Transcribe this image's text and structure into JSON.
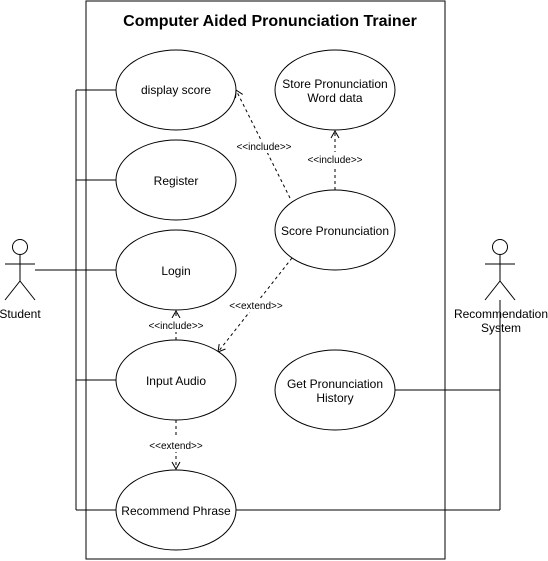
{
  "diagram": {
    "system_title": "Computer Aided Pronunciation Trainer",
    "use_cases": {
      "display_score": "display score",
      "register": "Register",
      "login": "Login",
      "input_audio": "Input Audio",
      "recommend_phrase": "Recommend Phrase",
      "store_word_data_line1": "Store Pronunciation",
      "store_word_data_line2": "Word data",
      "score_pronunciation": "Score Pronunciation",
      "history_line1": "Get Pronunciation",
      "history_line2": "History"
    },
    "actors": {
      "student": "Student",
      "recommendation_line1": "Recommendation",
      "recommendation_line2": "System"
    },
    "relations": {
      "include_score_display": "<<include>>",
      "include_score_store": "<<include>>",
      "extend_score_input": "<<extend>>",
      "include_input_login": "<<include>>",
      "extend_input_recommend": "<<extend>>"
    }
  }
}
